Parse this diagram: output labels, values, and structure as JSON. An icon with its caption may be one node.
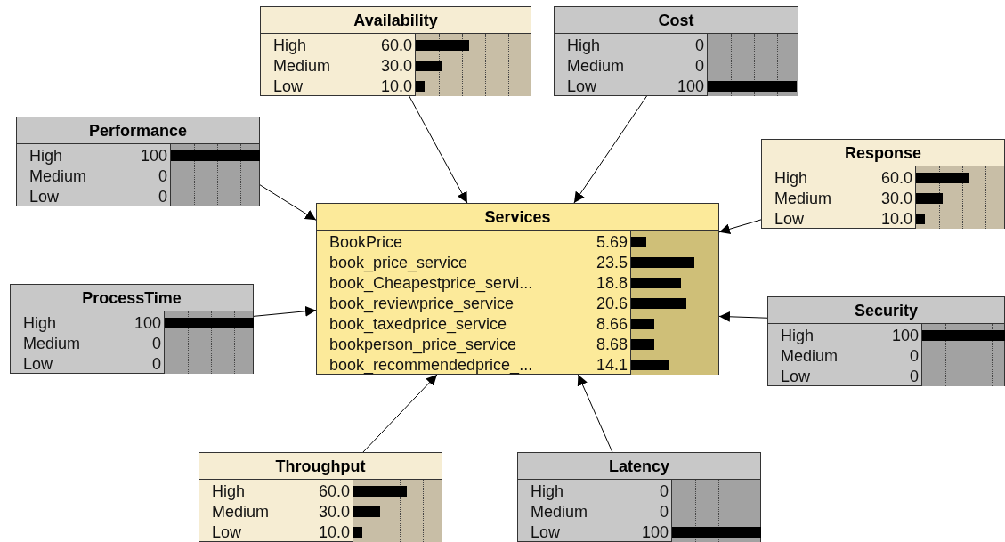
{
  "diagram": {
    "nodes": [
      {
        "text": [
          "Availability",
          "High",
          "60.0",
          "Medium",
          "30.0",
          "Low",
          "10.0"
        ]
      },
      {
        "text": [
          "Cost",
          "High",
          "0",
          "Medium",
          "0",
          "Low",
          "100"
        ]
      },
      {
        "text": [
          "Performance",
          "High",
          "100",
          "Medium",
          "0",
          "Low",
          "0"
        ]
      },
      {
        "text": [
          "Response",
          "High",
          "60.0",
          "Medium",
          "30.0",
          "Low",
          "10.0"
        ]
      },
      {
        "text": [
          "Services",
          "BookPrice",
          "5.69",
          "book_price_service",
          "23.5",
          "book_Cheapestprice_servi...",
          "18.8",
          "book_reviewprice_service",
          "20.6",
          "book_taxedprice_service",
          "8.66",
          "bookperson_price_service",
          "8.68",
          "book_recommendedprice_...",
          "14.1"
        ]
      },
      {
        "text": [
          "ProcessTime",
          "High",
          "100",
          "Medium",
          "0",
          "Low",
          "0"
        ]
      },
      {
        "text": [
          "Security",
          "High",
          "100",
          "Medium",
          "0",
          "Low",
          "0"
        ]
      },
      {
        "text": [
          "Throughput",
          "High",
          "60.0",
          "Medium",
          "30.0",
          "Low",
          "10.0"
        ]
      },
      {
        "text": [
          "Latency",
          "High",
          "0",
          "Medium",
          "0",
          "Low",
          "100"
        ]
      }
    ],
    "edges": [
      {
        "from": 0,
        "to": 4,
        "arrow": "to"
      },
      {
        "from": 1,
        "to": 4,
        "arrow": "to"
      },
      {
        "from": 2,
        "to": 4,
        "arrow": "to"
      },
      {
        "from": 3,
        "to": 4,
        "arrow": "to"
      },
      {
        "from": 5,
        "to": 4,
        "arrow": "to"
      },
      {
        "from": 6,
        "to": 4,
        "arrow": "to"
      },
      {
        "from": 7,
        "to": 4,
        "arrow": "to"
      },
      {
        "from": 8,
        "to": 4,
        "arrow": "to"
      }
    ]
  }
}
